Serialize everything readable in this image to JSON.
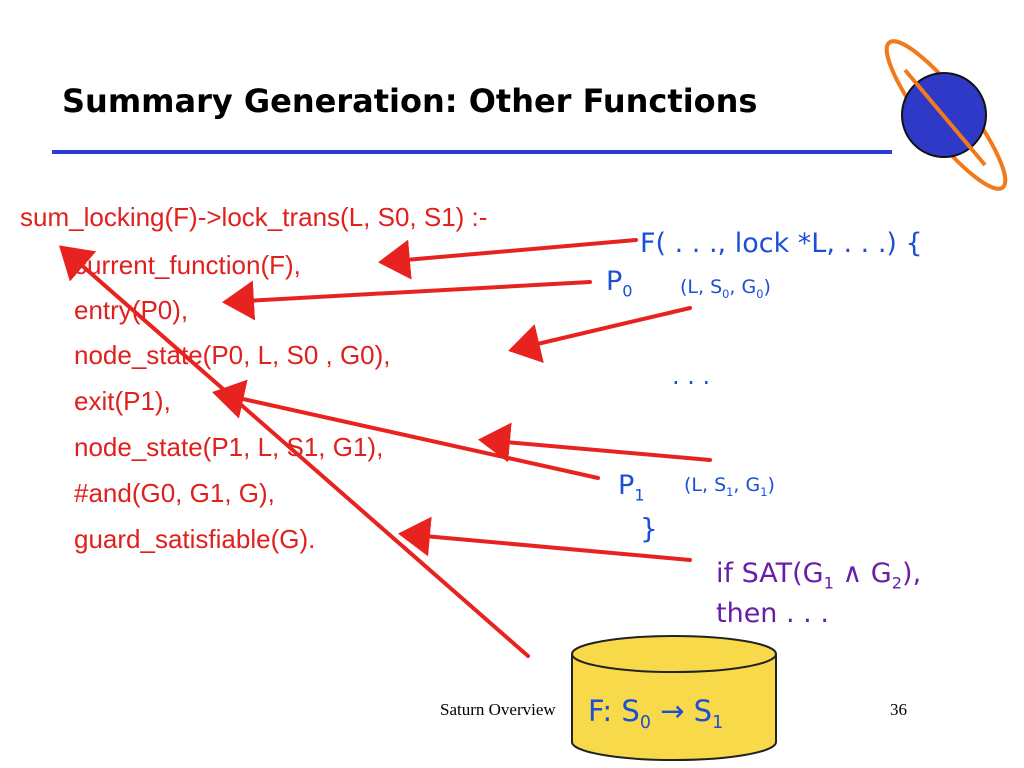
{
  "slide": {
    "title": "Summary Generation: Other Functions",
    "footer_text": "Saturn Overview",
    "page_number": "36"
  },
  "rule_lines": [
    "sum_locking(F)->lock_trans(L, S0, S1) :-",
    "current_function(F),",
    "entry(P0),",
    "node_state(P0, L, S0 , G0),",
    "exit(P1),",
    "node_state(P1, L, S1, G1),",
    "#and(G0, G1, G),",
    "guard_satisfiable(G)."
  ],
  "annotations": {
    "function_header": "F( . . ., lock *L, . . .) {",
    "p0_label": "P",
    "p0_sub": "0",
    "p0_state_open": "(L, S",
    "p0_state_s_sub": "0",
    "p0_state_mid": ", G",
    "p0_state_g_sub": "0",
    "p0_state_close": ")",
    "ellipsis": ". . .",
    "p1_label": "P",
    "p1_sub": "1",
    "p1_state_open": "(L, S",
    "p1_state_s_sub": "1",
    "p1_state_mid": ",  G",
    "p1_state_g_sub": "1",
    "p1_state_close": ")",
    "closing_brace": "}",
    "sat_open": "if SAT(G",
    "sat_g1_sub": "1",
    "sat_and": " ∧ G",
    "sat_g2_sub": "2",
    "sat_close": "),",
    "sat_then": "then . . ."
  },
  "summary_db": {
    "prefix": "F: S",
    "s0_sub": "0",
    "arrow": " → S",
    "s1_sub": "1"
  },
  "colors": {
    "rule_text": "#e0201c",
    "arrows": "#e8231f",
    "annotation_blue": "#1a4fd6",
    "annotation_purple": "#6a1ea8",
    "title_rule": "#2d3bd6",
    "cylinder_fill": "#f7d94a",
    "planet": "#2f39c8",
    "planet_ring": "#f07a1c"
  }
}
